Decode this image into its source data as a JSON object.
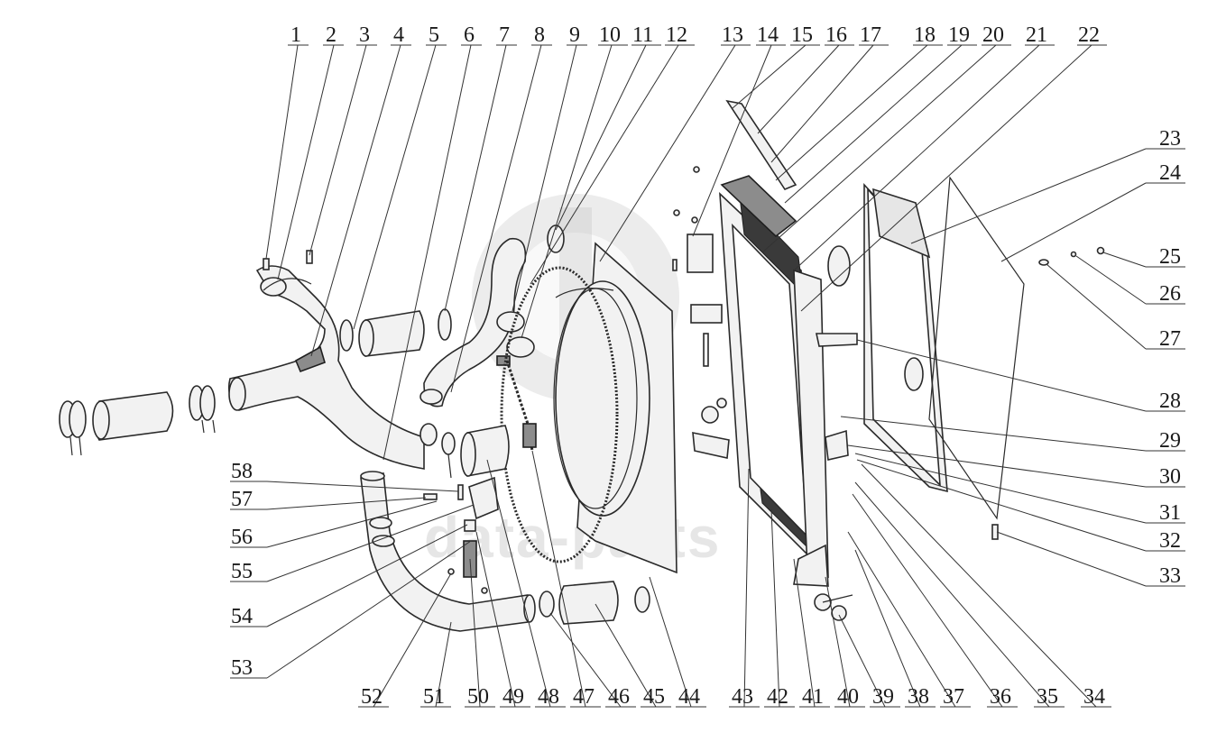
{
  "diagram": {
    "callouts_top": [
      "1",
      "2",
      "3",
      "4",
      "5",
      "6",
      "7",
      "8",
      "9",
      "10",
      "11",
      "12",
      "13",
      "14",
      "15",
      "16",
      "17",
      "18",
      "19",
      "20",
      "21",
      "22"
    ],
    "callouts_right": [
      "23",
      "24",
      "25",
      "26",
      "27",
      "28",
      "29",
      "30",
      "31",
      "32",
      "33"
    ],
    "callouts_bottom": [
      "34",
      "35",
      "36",
      "37",
      "38",
      "39",
      "40",
      "41",
      "42",
      "43",
      "44",
      "45",
      "46",
      "47",
      "48",
      "49",
      "50",
      "51",
      "52"
    ],
    "callouts_left": [
      "53",
      "54",
      "55",
      "56",
      "57",
      "58"
    ]
  },
  "watermark": {
    "text": "data-parts"
  }
}
